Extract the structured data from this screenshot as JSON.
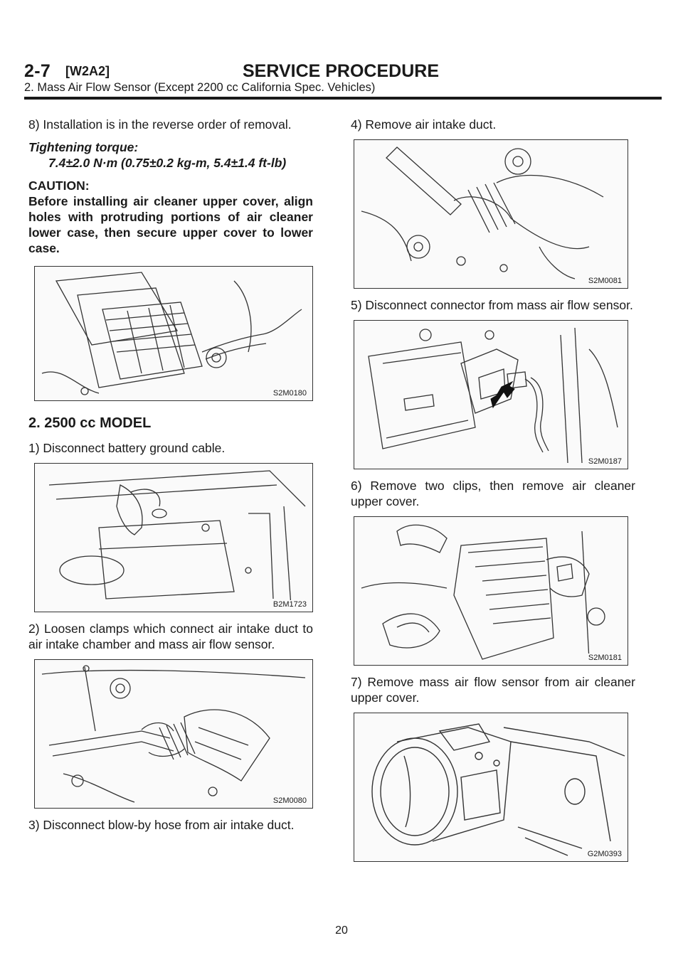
{
  "header": {
    "section_number": "2-7",
    "section_code": "[W2A2]",
    "title": "SERVICE PROCEDURE",
    "subtitle": "2. Mass Air Flow Sensor (Except 2200 cc California Spec. Vehicles)"
  },
  "left": {
    "step8": "8) Installation is in the reverse order of removal.",
    "torque_label": "Tightening torque:",
    "torque_value": "7.4±2.0 N·m (0.75±0.2 kg-m, 5.4±1.4 ft-lb)",
    "caution_head": "CAUTION:",
    "caution_body": "Before installing air cleaner upper cover, align holes with protruding portions of air cleaner lower case, then secure upper cover to lower case.",
    "fig1": "S2M0180",
    "section": "2. 2500 cc MODEL",
    "step1": "1) Disconnect battery ground cable.",
    "fig2": "B2M1723",
    "step2": "2) Loosen clamps which connect air intake duct to air intake chamber and mass air flow sensor.",
    "fig3": "S2M0080",
    "step3": "3) Disconnect blow-by hose from air intake duct."
  },
  "right": {
    "step4": "4) Remove air intake duct.",
    "fig4": "S2M0081",
    "step5": "5) Disconnect connector from mass air flow sensor.",
    "fig5": "S2M0187",
    "step6": "6) Remove two clips, then remove air cleaner upper cover.",
    "fig6": "S2M0181",
    "step7": "7) Remove mass air flow sensor from air cleaner upper cover.",
    "fig7": "G2M0393"
  },
  "page_number": "20"
}
